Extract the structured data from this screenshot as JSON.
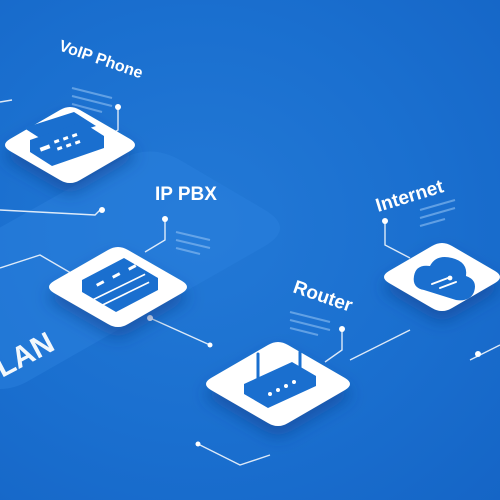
{
  "diagram": {
    "colors": {
      "background": "#1a6fcf",
      "zone": "#2a7fdc",
      "card": "#ffffff",
      "icon": "#1a6fcf",
      "lines": "#ffffff"
    },
    "zone_label": "LAN",
    "nodes": [
      {
        "id": "voip-phone",
        "label": "VoIP Phone",
        "icon": "desk-phone-icon"
      },
      {
        "id": "ip-pbx",
        "label": "IP PBX",
        "icon": "pbx-server-icon"
      },
      {
        "id": "router",
        "label": "Router",
        "icon": "router-icon"
      },
      {
        "id": "internet",
        "label": "Internet",
        "icon": "cloud-icon"
      }
    ]
  }
}
